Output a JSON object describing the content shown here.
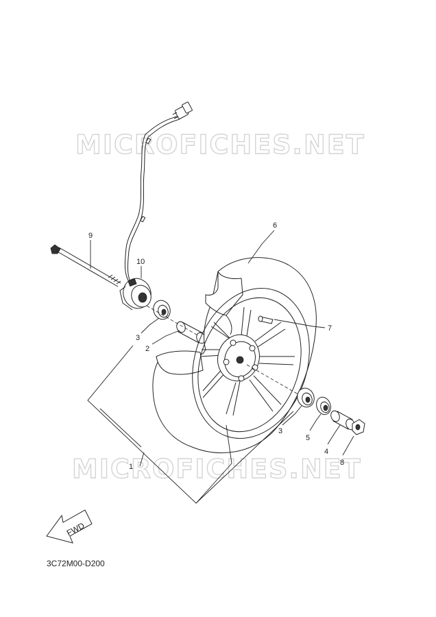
{
  "watermark": {
    "text_top": "MICROFICHES.NET",
    "text_bottom": "MICROFICHES.NET"
  },
  "callouts": {
    "c1": "1",
    "c2": "2",
    "c3_left": "3",
    "c3_right": "3",
    "c4": "4",
    "c5": "5",
    "c6": "6",
    "c7": "7",
    "c8": "8",
    "c9": "9",
    "c10": "10"
  },
  "direction_marker": {
    "label": "FWD"
  },
  "diagram_code": "3C72M00-D200"
}
